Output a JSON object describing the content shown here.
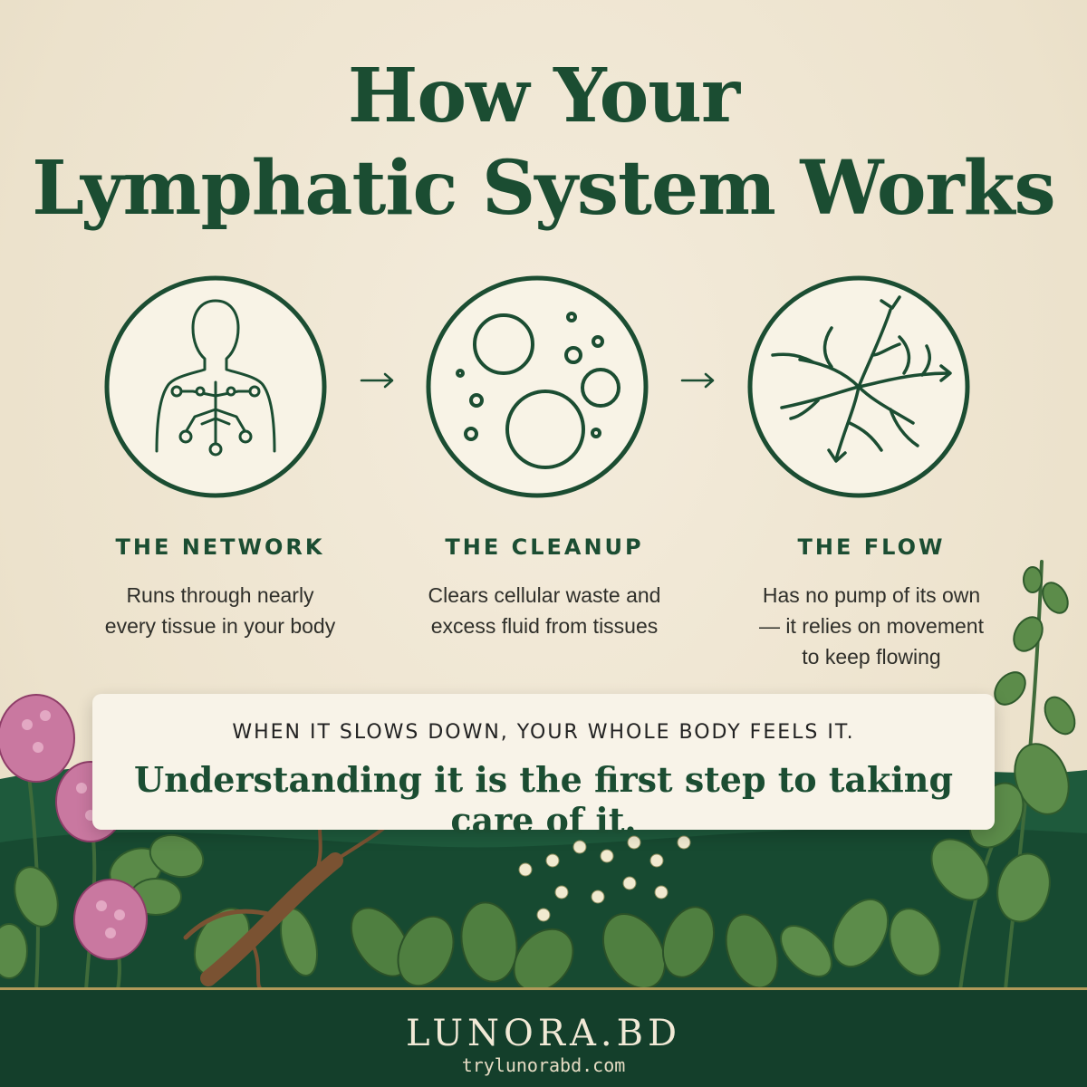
{
  "title": {
    "line1": "How Your",
    "line2": "Lymphatic System Works"
  },
  "steps": [
    {
      "icon": "human-body-lymph-network-icon",
      "title": "THE NETWORK",
      "desc_lines": [
        "Runs through nearly",
        "every tissue in your body"
      ]
    },
    {
      "icon": "cells-bubbles-icon",
      "title": "THE CLEANUP",
      "desc_lines": [
        "Clears cellular waste and",
        "excess fluid from tissues"
      ]
    },
    {
      "icon": "branching-flow-arrows-icon",
      "title": "THE FLOW",
      "desc_lines": [
        "Has no pump of its own",
        "— it relies on movement",
        "to keep flowing"
      ]
    }
  ],
  "banner": {
    "caps": "WHEN IT SLOWS DOWN, YOUR WHOLE BODY FEELS IT.",
    "main": "Understanding it is the first step to taking care of it."
  },
  "footer": {
    "brand": "LUNORA.BD",
    "url": "trylunorabd.com"
  },
  "colors": {
    "primary_green": "#1b4d32",
    "background_cream": "#efe6d2",
    "footer_green": "#143f2b",
    "accent_gold": "#b09a5a"
  }
}
